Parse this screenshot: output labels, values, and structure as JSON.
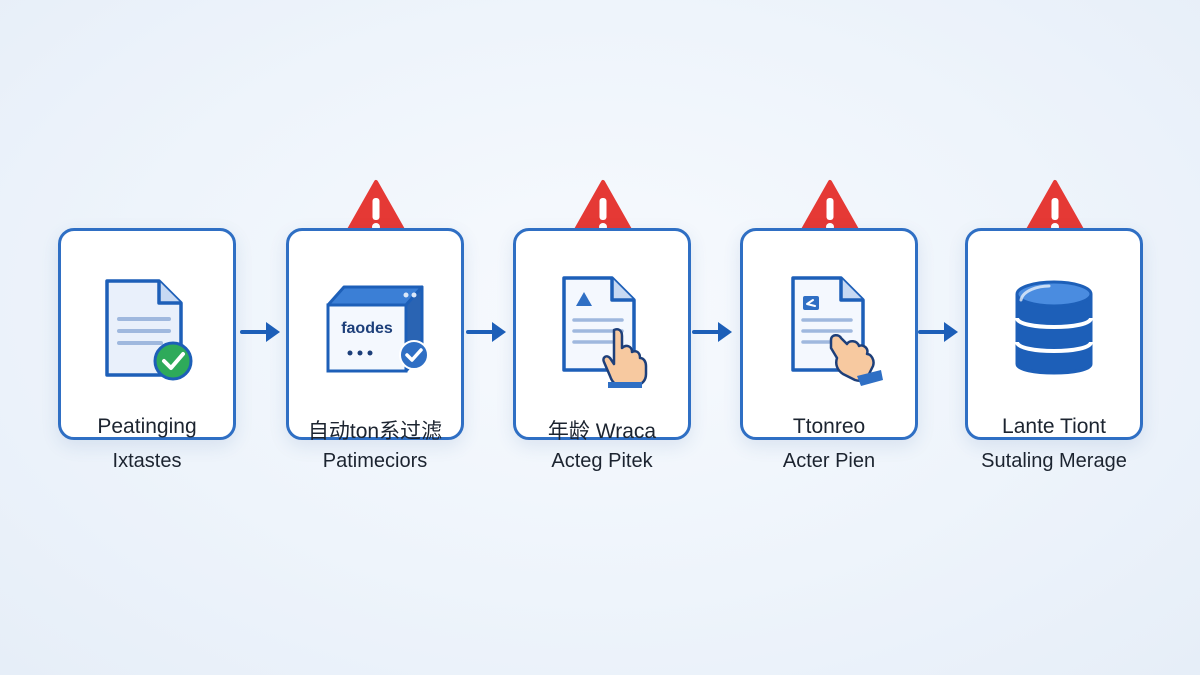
{
  "colors": {
    "primary": "#2f6fc4",
    "dark_blue": "#1d5fb8",
    "warning": "#e53935",
    "success": "#2eaa5a"
  },
  "steps": [
    {
      "label1": "Peatinging",
      "label2": "Ixtastes",
      "icon": "document-check-icon",
      "warning": false
    },
    {
      "label1": "自动ton系过滤",
      "label2": "Patimeciors",
      "icon": "server-box-icon",
      "box_text": "faodes",
      "warning": true
    },
    {
      "label1": "年龄 Wraca",
      "label2": "Acteg Pitek",
      "icon": "document-hand-icon",
      "warning": true
    },
    {
      "label1": "Ttonreo",
      "label2": "Acter Pien",
      "icon": "document-hand-icon",
      "warning": true
    },
    {
      "label1": "Lante Tiont",
      "label2": "Sutaling Merage",
      "icon": "database-icon",
      "warning": true
    }
  ]
}
